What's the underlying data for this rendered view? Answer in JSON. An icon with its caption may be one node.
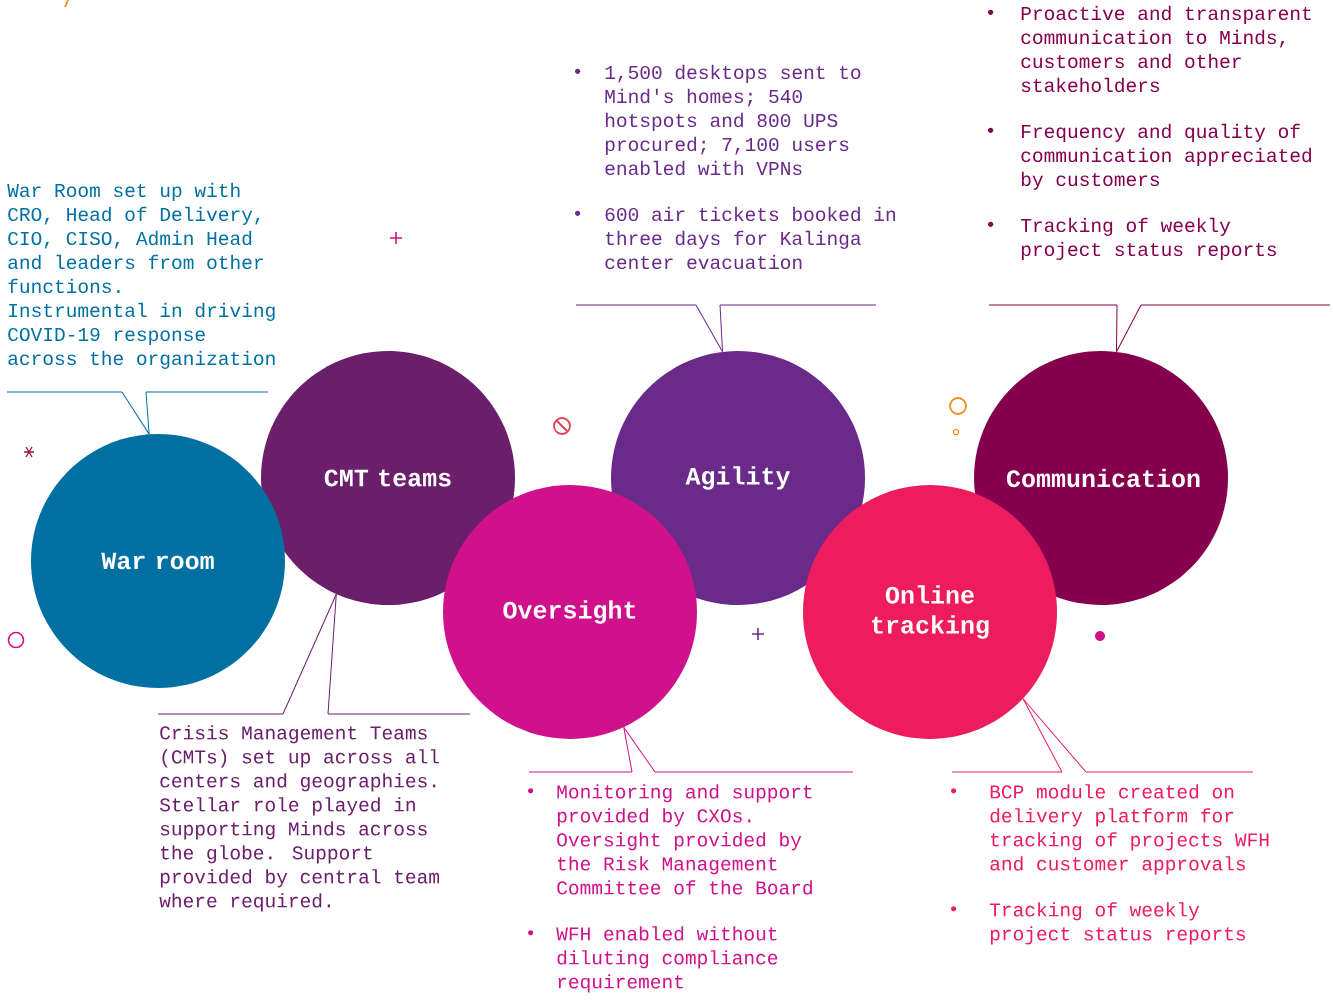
{
  "diagram": {
    "nodes": [
      {
        "text": [
          "War room"
        ]
      },
      {
        "text": [
          "CMT teams"
        ]
      },
      {
        "text": [
          "Oversight"
        ]
      },
      {
        "text": [
          "Agility"
        ]
      },
      {
        "text": [
          "Online tracking"
        ]
      },
      {
        "text": [
          "Communication"
        ]
      },
      {
        "text": [
          "War Room set up with CRO, Head of Delivery, CIO, CISO, Admin Head and leaders from other functions. Instrumental in driving COVID-19 response across the organization"
        ]
      },
      {
        "text": [
          "Crisis Management Teams (CMTs) set up across all centers and geographies. Stellar role played in supporting Minds across the globe. Support provided by central team where required."
        ]
      },
      {
        "text": [
          "Monitoring and support provided by CXOs. Oversight provided by the Risk Management Committee of the Board",
          "WFH enabled without diluting compliance requirement"
        ]
      },
      {
        "text": [
          "1,500 desktops sent to Mind's homes; 540 hotspots and 800 UPS procured; 7,100 users enabled with VPNs",
          "600 air tickets booked in three days for Kalinga center evacuation"
        ]
      },
      {
        "text": [
          "BCP module created on delivery platform for tracking of projects WFH and customer approvals",
          "Tracking of weekly project status reports"
        ]
      },
      {
        "text": [
          "Proactive and transparent communication to Minds, customers and other stakeholders",
          "Frequency and quality of communication appreciated by customers",
          "Tracking of weekly project status reports"
        ]
      }
    ],
    "edges": [
      {
        "from": 6,
        "to": 0,
        "arrow": "none",
        "color": "#0070a3"
      },
      {
        "from": 7,
        "to": 1,
        "arrow": "none",
        "color": "#6b1f6b"
      },
      {
        "from": 8,
        "to": 2,
        "arrow": "none",
        "color": "#d0118c"
      },
      {
        "from": 9,
        "to": 3,
        "arrow": "none",
        "color": "#6a2a8a"
      },
      {
        "from": 10,
        "to": 4,
        "arrow": "none",
        "color": "#ec1c5e"
      },
      {
        "from": 11,
        "to": 5,
        "arrow": "none",
        "color": "#85004d"
      }
    ]
  }
}
